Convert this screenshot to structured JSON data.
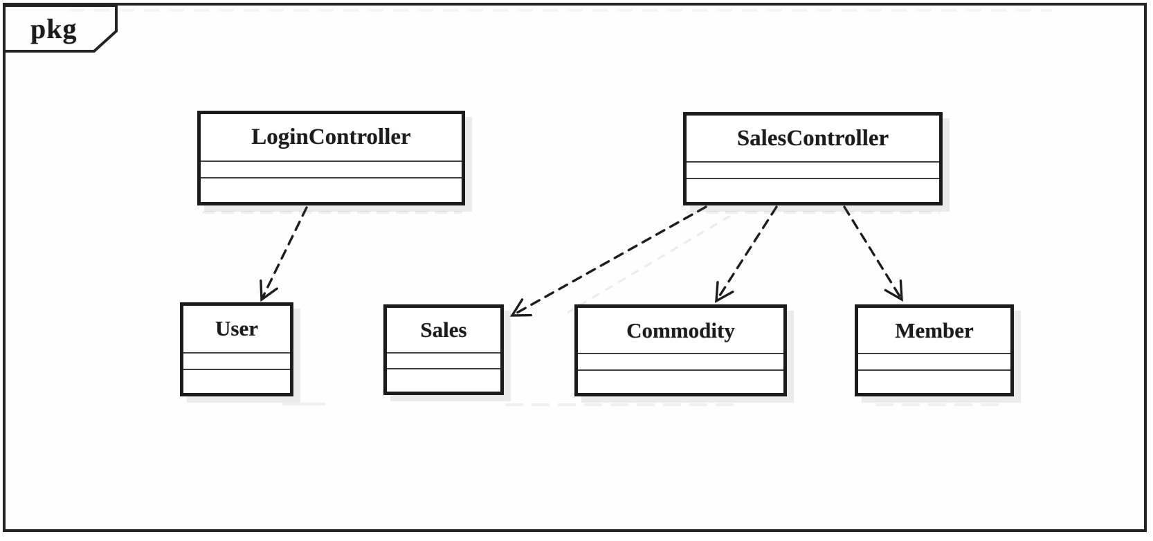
{
  "frame": {
    "label": "pkg"
  },
  "diagram": {
    "type": "uml-class-dependency-diagram",
    "classes": [
      {
        "name": "LoginController"
      },
      {
        "name": "SalesController"
      },
      {
        "name": "User"
      },
      {
        "name": "Sales"
      },
      {
        "name": "Commodity"
      },
      {
        "name": "Member"
      }
    ],
    "dependencies": [
      {
        "from": "LoginController",
        "to": "User",
        "style": "dashed-open-arrow"
      },
      {
        "from": "SalesController",
        "to": "Sales",
        "style": "dashed-open-arrow"
      },
      {
        "from": "SalesController",
        "to": "Commodity",
        "style": "dashed-open-arrow"
      },
      {
        "from": "SalesController",
        "to": "Member",
        "style": "dashed-open-arrow"
      }
    ]
  },
  "colors": {
    "line": "#1d1d1d",
    "background": "#ffffff"
  }
}
